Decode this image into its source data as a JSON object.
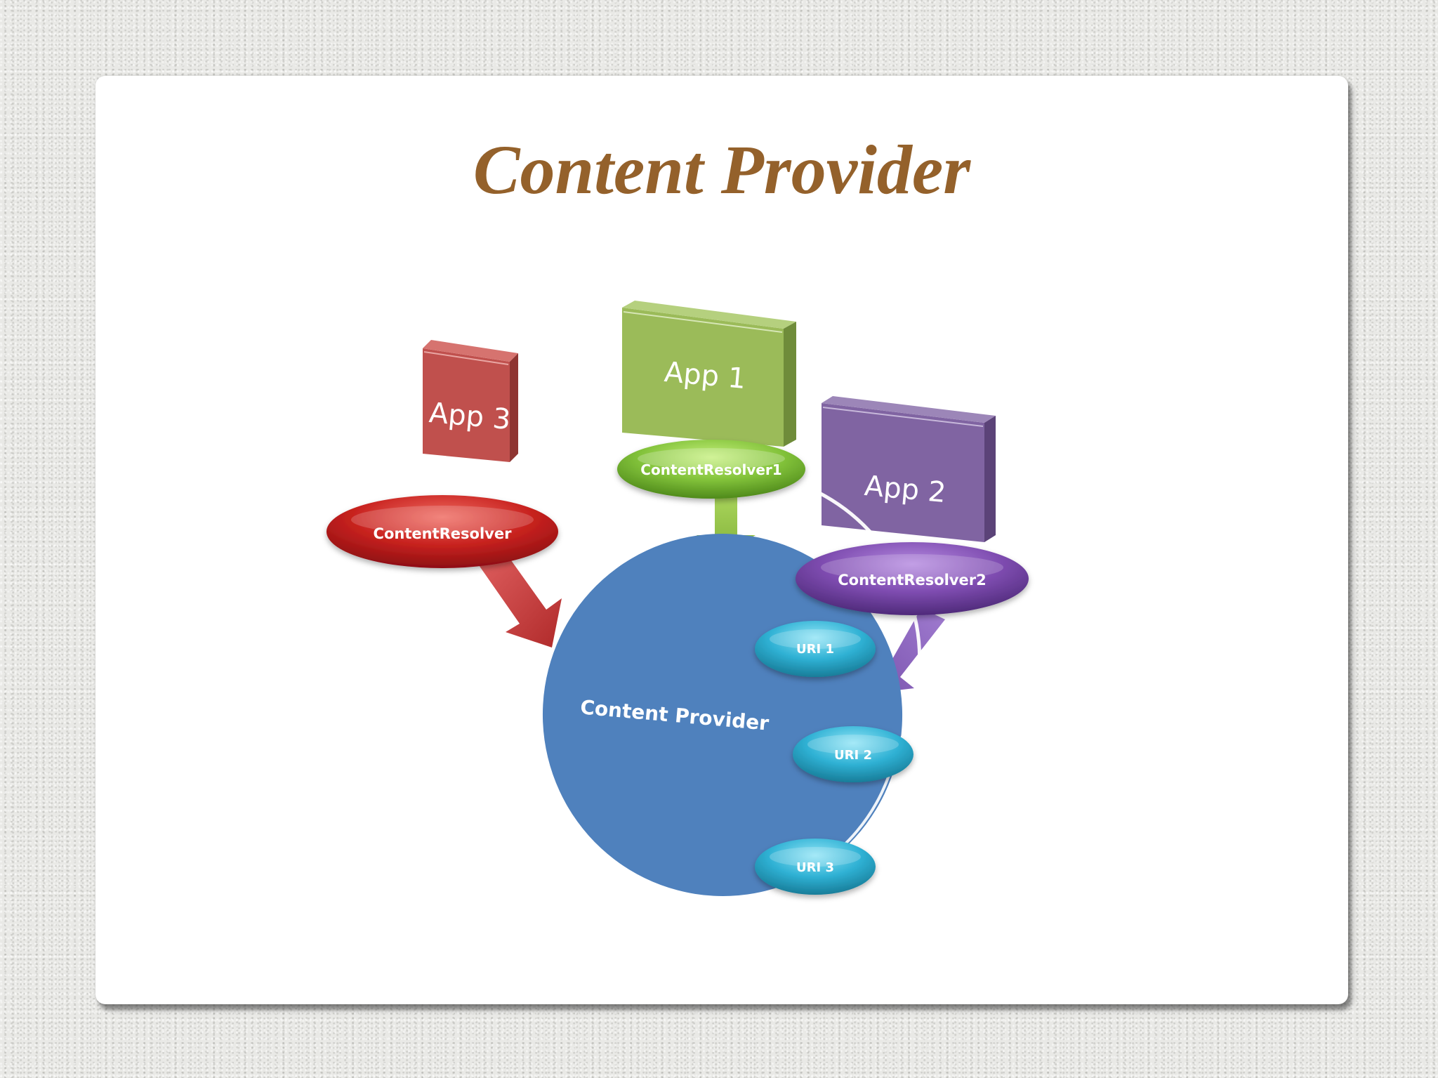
{
  "slide": {
    "title": "Content Provider"
  },
  "diagram": {
    "apps": [
      {
        "label": "App 3",
        "resolver": "ContentResolver",
        "color": "#c0504d",
        "resolver_color": "#c21f24"
      },
      {
        "label": "App 1",
        "resolver": "ContentResolver1",
        "color": "#9bbb59",
        "resolver_color": "#7fbf3a"
      },
      {
        "label": "App 2",
        "resolver": "ContentResolver2",
        "color": "#8064a2",
        "resolver_color": "#7d4cab"
      }
    ],
    "provider": {
      "label": "Content Provider",
      "color": "#4f81bd"
    },
    "uris": [
      {
        "label": "URI 1"
      },
      {
        "label": "URI 2"
      },
      {
        "label": "URI 3"
      }
    ],
    "uri_color": "#31b1d3"
  }
}
